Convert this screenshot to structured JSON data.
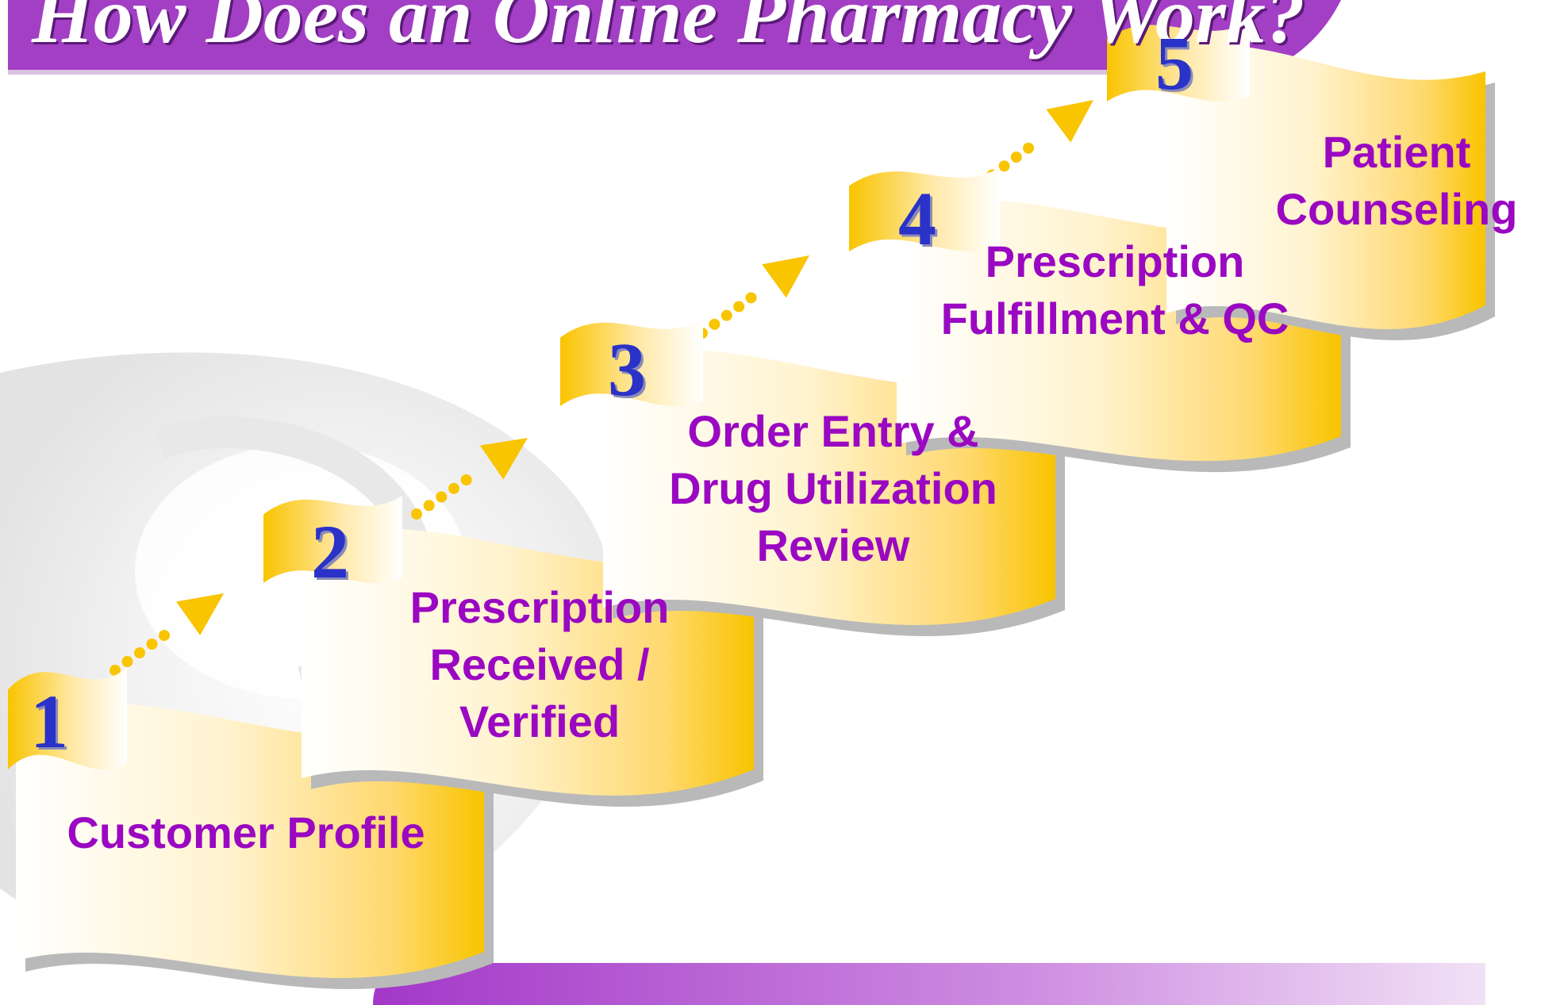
{
  "slide": {
    "title": "How Does an Online Pharmacy Work?",
    "colors": {
      "header": "#a33fc4",
      "banner": "#f9c400",
      "number": "#2a32c8",
      "label": "#9a08c2",
      "arrow": "#f9c400"
    }
  },
  "steps": [
    {
      "number": "1",
      "label": "Customer Profile"
    },
    {
      "number": "2",
      "label": "Prescription\nReceived /\nVerified"
    },
    {
      "number": "3",
      "label": "Order Entry &\nDrug Utilization\nReview"
    },
    {
      "number": "4",
      "label": "Prescription\nFulfillment & QC"
    },
    {
      "number": "5",
      "label": "Patient\nCounseling"
    }
  ]
}
